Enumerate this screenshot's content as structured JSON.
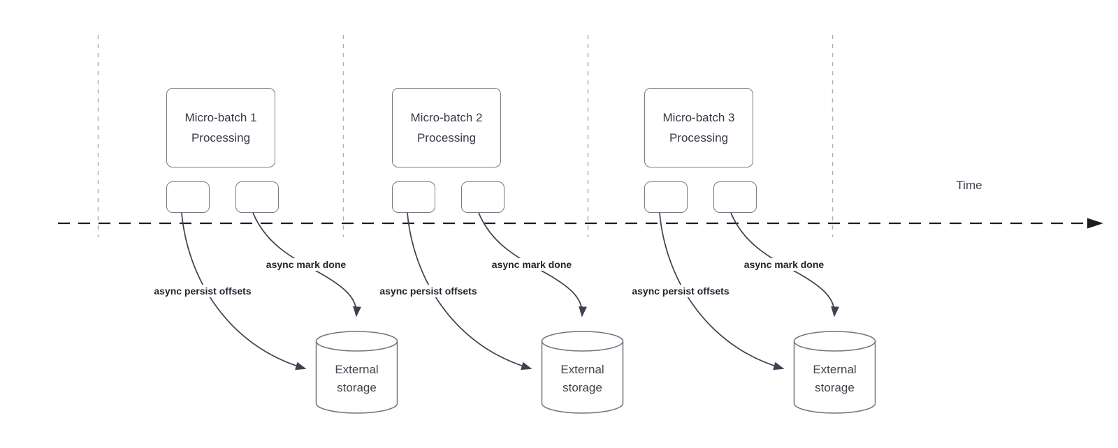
{
  "time_axis": {
    "label": "Time"
  },
  "groups": [
    {
      "process_label": "Micro-batch 1\nProcessing",
      "persist_arrow_label": "async persist offsets",
      "done_arrow_label": "async mark done",
      "storage_label": "External\nstorage"
    },
    {
      "process_label": "Micro-batch 2\nProcessing",
      "persist_arrow_label": "async persist offsets",
      "done_arrow_label": "async mark done",
      "storage_label": "External\nstorage"
    },
    {
      "process_label": "Micro-batch 3\nProcessing",
      "persist_arrow_label": "async persist offsets",
      "done_arrow_label": "async mark done",
      "storage_label": "External\nstorage"
    }
  ],
  "colors": {
    "arrow_stroke": "#3c4250",
    "timeline_stroke": "#1e1e1e",
    "guide_stroke": "#aeb1b6",
    "shape_border": "#767b85",
    "text": "#343a46",
    "label_text": "#20242d"
  },
  "icons": {
    "storage_shape": "database-cylinder",
    "axis_arrow": "right-arrowhead"
  }
}
